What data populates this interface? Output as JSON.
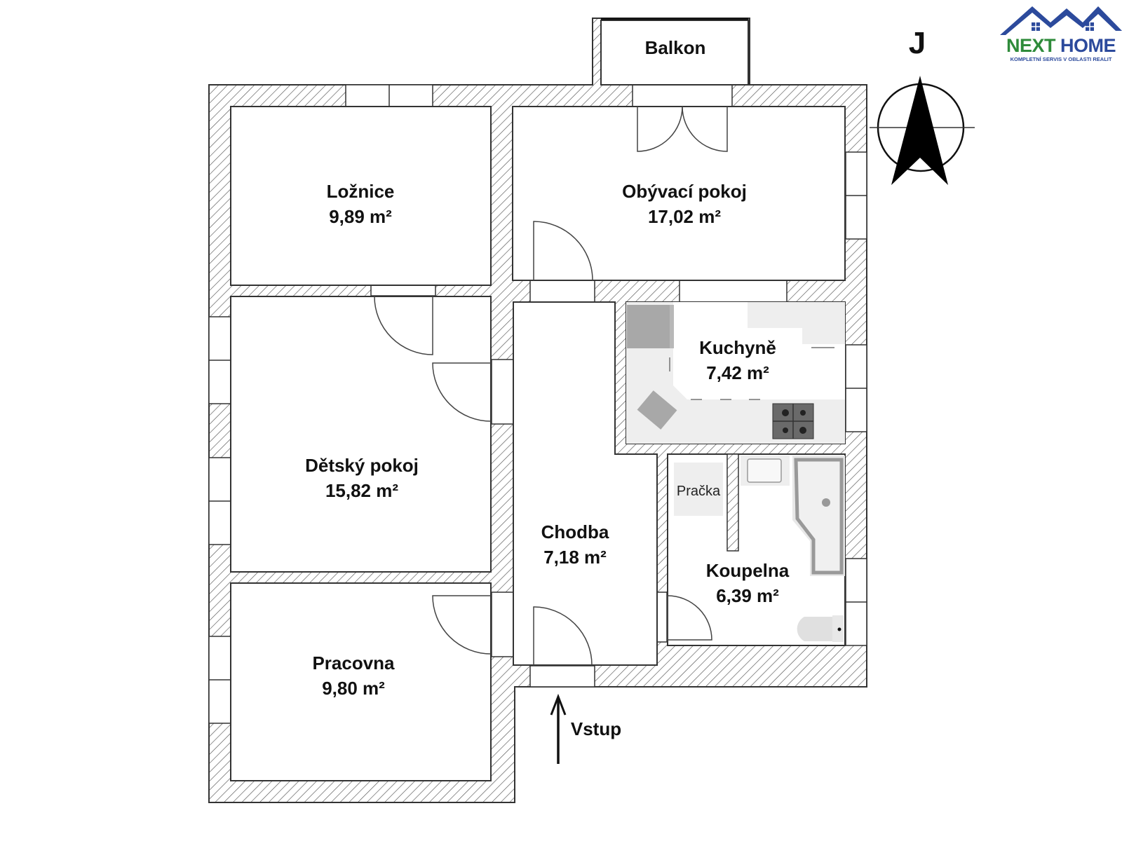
{
  "logo": {
    "name_part1": "NEXT",
    "name_part2": "HOME",
    "tagline": "KOMPLETNÍ SERVIS V OBLASTI REALIT",
    "colors": {
      "green": "#2e8b3a",
      "blue": "#2c4a9c"
    }
  },
  "compass": {
    "label": "J",
    "icon": "north-arrow-icon"
  },
  "rooms": [
    {
      "id": "loznice",
      "name": "Ložnice",
      "area": "9,89 m²"
    },
    {
      "id": "obyvaci-pokoj",
      "name": "Obývací pokoj",
      "area": "17,02 m²"
    },
    {
      "id": "detsky-pokoj",
      "name": "Dětský pokoj",
      "area": "15,82 m²"
    },
    {
      "id": "kuchyne",
      "name": "Kuchyně",
      "area": "7,42 m²"
    },
    {
      "id": "chodba",
      "name": "Chodba",
      "area": "7,18 m²"
    },
    {
      "id": "koupelna",
      "name": "Koupelna",
      "area": "6,39 m²"
    },
    {
      "id": "pracovna",
      "name": "Pracovna",
      "area": "9,80 m²"
    }
  ],
  "balcony": {
    "name": "Balkon"
  },
  "fixtures": {
    "washing_machine": "Pračka"
  },
  "entrance": {
    "label": "Vstup",
    "icon": "entrance-arrow-icon"
  },
  "colors": {
    "wall_hatch": "#555555",
    "appliance_dark": "#a8a8a8",
    "appliance_light": "#ebebeb"
  }
}
